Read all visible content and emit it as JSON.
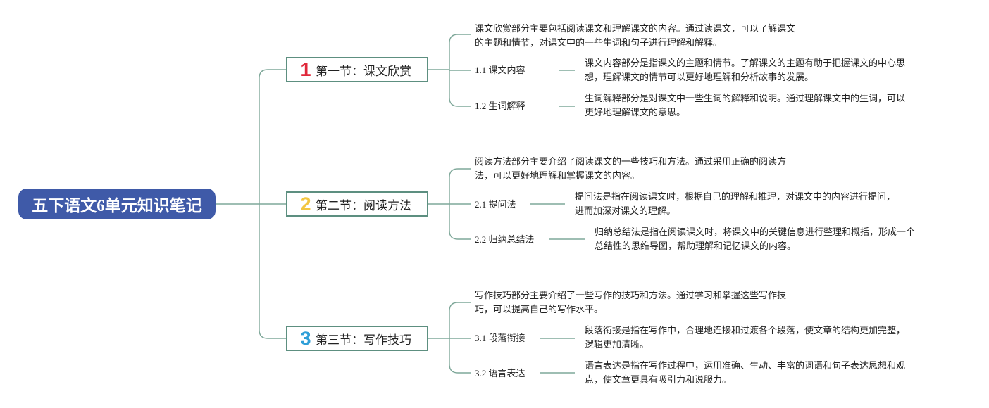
{
  "root": {
    "title": "五下语文6单元知识笔记"
  },
  "sections": [
    {
      "number": "1",
      "number_color": "#e0283a",
      "title": "第一节：课文欣赏",
      "intro": [
        "课文欣赏部分主要包括阅读课文和理解课文的内容。通过读课文，可以了解课文",
        "的主题和情节，对课文中的一些生词和句子进行理解和解释。"
      ],
      "items": [
        {
          "label": "1.1 课文内容",
          "desc": [
            "课文内容部分是指课文的主题和情节。了解课文的主题有助于把握课文的中心思",
            "想，理解课文的情节可以更好地理解和分析故事的发展。"
          ]
        },
        {
          "label": "1.2 生词解释",
          "desc": [
            "生词解释部分是对课文中一些生词的解释和说明。通过理解课文中的生词，可以",
            "更好地理解课文的意思。"
          ]
        }
      ]
    },
    {
      "number": "2",
      "number_color": "#f2c641",
      "title": "第二节：阅读方法",
      "intro": [
        "阅读方法部分主要介绍了阅读课文的一些技巧和方法。通过采用正确的阅读方",
        "法，可以更好地理解和掌握课文的内容。"
      ],
      "items": [
        {
          "label": "2.1 提问法",
          "desc": [
            "提问法是指在阅读课文时，根据自己的理解和推理，对课文中的内容进行提问，",
            "进而加深对课文的理解。"
          ]
        },
        {
          "label": "2.2 归纳总结法",
          "desc": [
            "归纳总结法是指在阅读课文时，将课文中的关键信息进行整理和概括，形成一个",
            "总结性的思维导图，帮助理解和记忆课文的内容。"
          ]
        }
      ]
    },
    {
      "number": "3",
      "number_color": "#2f9fd8",
      "title": "第三节：写作技巧",
      "intro": [
        "写作技巧部分主要介绍了一些写作的技巧和方法。通过学习和掌握这些写作技",
        "巧，可以提高自己的写作水平。"
      ],
      "items": [
        {
          "label": "3.1 段落衔接",
          "desc": [
            "段落衔接是指在写作中，合理地连接和过渡各个段落，使文章的结构更加完整，",
            "逻辑更加清晰。"
          ]
        },
        {
          "label": "3.2 语言表达",
          "desc": [
            "语言表达是指在写作过程中，运用准确、生动、丰富的词语和句子表达思想和观",
            "点，使文章更具有吸引力和说服力。"
          ]
        }
      ]
    }
  ]
}
